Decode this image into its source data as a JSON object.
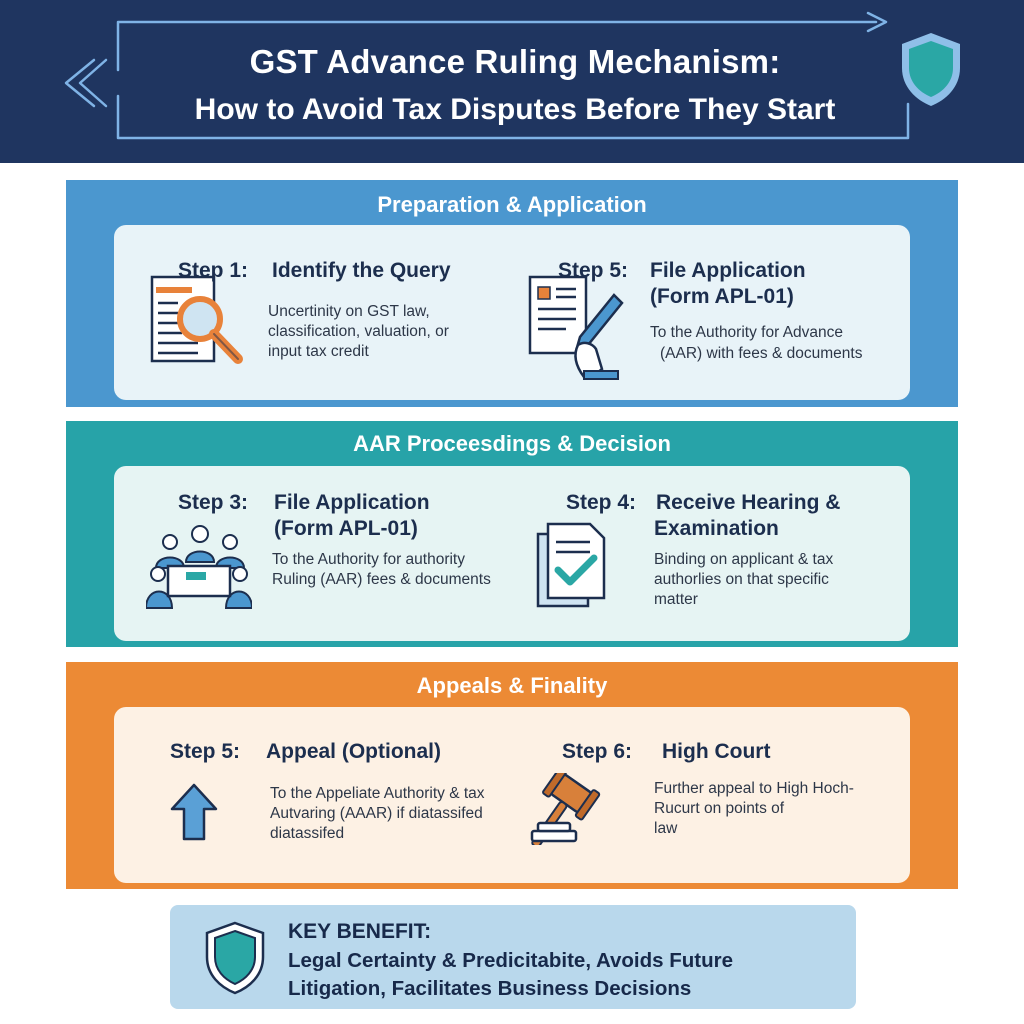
{
  "header": {
    "title_line1": "GST Advance Ruling Mechanism:",
    "title_line2": "How to Avoid Tax Disputes Before They Start"
  },
  "sections": [
    {
      "title": "Preparation & Application",
      "color": "#4b97cf",
      "steps": [
        {
          "number": "Step 1:",
          "title_line1": "Identify the Query",
          "title_line2": "",
          "desc": [
            "Uncertinity on GST law,",
            "classification, valuation, or",
            "input tax credit"
          ],
          "icon": "magnifier-document-icon"
        },
        {
          "number": "Step 5:",
          "title_line1": "File Application",
          "title_line2": "(Form APL-01)",
          "desc": [
            "To the Authority for Advance",
            "(AAR) with fees & documents"
          ],
          "icon": "form-pen-icon"
        }
      ]
    },
    {
      "title": "AAR Proceesdings & Decision",
      "color": "#27a3a8",
      "steps": [
        {
          "number": "Step 3:",
          "title_line1": "File Application",
          "title_line2": "(Form APL-01)",
          "desc": [
            "To the Authority for authority",
            "Ruling (AAR) fees & documents"
          ],
          "icon": "meeting-table-icon"
        },
        {
          "number": "Step 4:",
          "title_line1": "Receive Hearing &",
          "title_line2": "Examination",
          "desc": [
            "Binding on applicant & tax",
            "authorlies on that specific",
            "matter"
          ],
          "icon": "checked-document-icon"
        }
      ]
    },
    {
      "title": "Appeals & Finality",
      "color": "#ec8a35",
      "steps": [
        {
          "number": "Step 5:",
          "title_line1": "Appeal (Optional)",
          "title_line2": "",
          "desc": [
            "To the Appeliate Authority & tax",
            "Autvaring (AAAR) if diatassifed",
            "diatassifed"
          ],
          "icon": "up-arrow-icon"
        },
        {
          "number": "Step 6:",
          "title_line1": "High Court",
          "title_line2": "",
          "desc": [
            "Further appeal to High Hoch-",
            "Rucurt on points of",
            "law"
          ],
          "icon": "gavel-icon"
        }
      ]
    }
  ],
  "benefit": {
    "label": "KEY BENEFIT:",
    "line1": "Legal Certainty & Predicitabite, Avoids Future",
    "line2": "Litigation, Facilitates Business Decisions"
  }
}
